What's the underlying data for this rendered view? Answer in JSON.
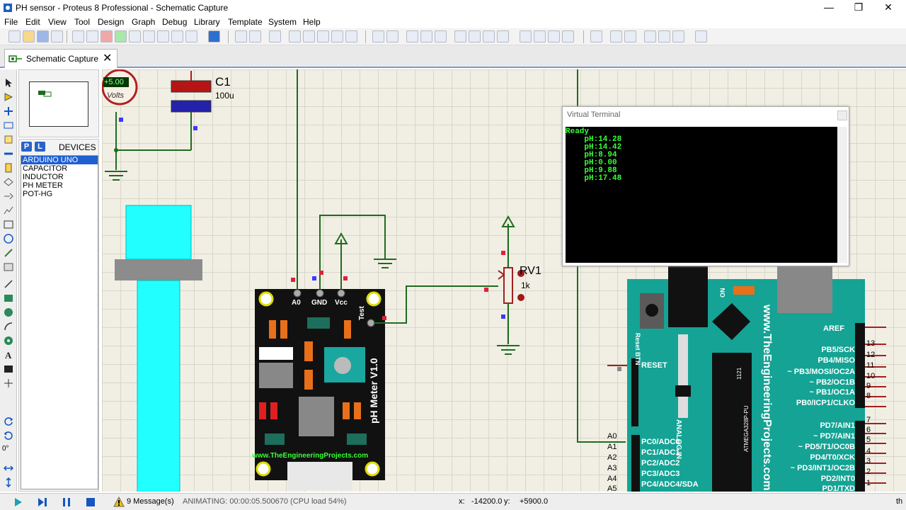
{
  "window": {
    "title": "PH sensor  - Proteus 8 Professional - Schematic Capture",
    "minimize": "—",
    "restore": "❐",
    "close": "✕"
  },
  "menu": [
    "File",
    "Edit",
    "View",
    "Tool",
    "Design",
    "Graph",
    "Debug",
    "Library",
    "Template",
    "System",
    "Help"
  ],
  "tab": {
    "label": "Schematic Capture",
    "close": "✕"
  },
  "devices": {
    "p_label": "P",
    "l_label": "L",
    "title": "DEVICES",
    "items": [
      "ARDUINO UNO",
      "CAPACITOR",
      "INDUCTOR",
      "PH METER",
      "POT-HG"
    ],
    "selected_index": 0
  },
  "schematic": {
    "voltmeter": {
      "value": "+5.00",
      "unit": "Volts"
    },
    "capacitor": {
      "ref": "C1",
      "value": "100u"
    },
    "potentiometer": {
      "ref": "RV1",
      "value": "1k"
    },
    "ph_module": {
      "pins": [
        "A0",
        "GND",
        "Vcc"
      ],
      "test_pin": "Test",
      "name": "pH Meter V1.0",
      "website": "www.TheEngineeringProjects.com"
    },
    "arduino": {
      "reset_btn": "Reset BTN",
      "on": "ON",
      "reset_label": "RESET",
      "aref": "AREF",
      "analog_in": "ANALOG IN",
      "chip": "ATMEGA328P-PU",
      "chip_num": "1121",
      "website": "www.TheEngineeringProjects.com",
      "digital_pins_top": [
        {
          "name": "PB5/SCK",
          "num": "13"
        },
        {
          "name": "PB4/MISO",
          "num": "12"
        },
        {
          "name": "~ PB3/MOSI/OC2A",
          "num": "11"
        },
        {
          "name": "~ PB2/OC1B",
          "num": "10"
        },
        {
          "name": "~ PB1/OC1A",
          "num": "9"
        },
        {
          "name": "PB0/ICP1/CLKO",
          "num": "8"
        }
      ],
      "digital_pins_bottom": [
        {
          "name": "PD7/AIN1",
          "num": "7"
        },
        {
          "name": "~ PD7/AIN1",
          "num": "6"
        },
        {
          "name": "~ PD5/T1/OC0B",
          "num": "5"
        },
        {
          "name": "PD4/T0/XCK",
          "num": "4"
        },
        {
          "name": "~ PD3/INT1/OC2B",
          "num": "3"
        },
        {
          "name": "PD2/INT0",
          "num": "2"
        },
        {
          "name": "PD1/TXD",
          "num": "1"
        }
      ],
      "analog_pins": [
        {
          "num": "A0",
          "name": "PC0/ADC0"
        },
        {
          "num": "A1",
          "name": "PC1/ADC1"
        },
        {
          "num": "A2",
          "name": "PC2/ADC2"
        },
        {
          "num": "A3",
          "name": "PC3/ADC3"
        },
        {
          "num": "A4",
          "name": "PC4/ADC4/SDA"
        },
        {
          "num": "A5",
          "name": ""
        }
      ]
    }
  },
  "virtual_terminal": {
    "title": "Virtual Terminal",
    "lines": [
      "Ready",
      "    pH:14.28",
      "    pH:14.42",
      "    pH:8.94",
      "    pH:0.00",
      "    pH:9.88",
      "    pH:17.48"
    ]
  },
  "status": {
    "messages": "9 Message(s)",
    "animating": "ANIMATING: 00:00:05.500670 (CPU load 54%)",
    "x_label": "x:",
    "x_value": "-14200.0",
    "y_label": "y:",
    "y_value": "+5900.0",
    "trailing": "th"
  },
  "rotation_value": "0°",
  "colors": {
    "wire": "#1f6b1f",
    "module_board": "#111111",
    "arduino_board": "#14a394",
    "sensor_probe": "#22ffff",
    "terminal_text": "#38ff38",
    "pin_red": "#e0203a",
    "pin_blue": "#3a3aff"
  }
}
